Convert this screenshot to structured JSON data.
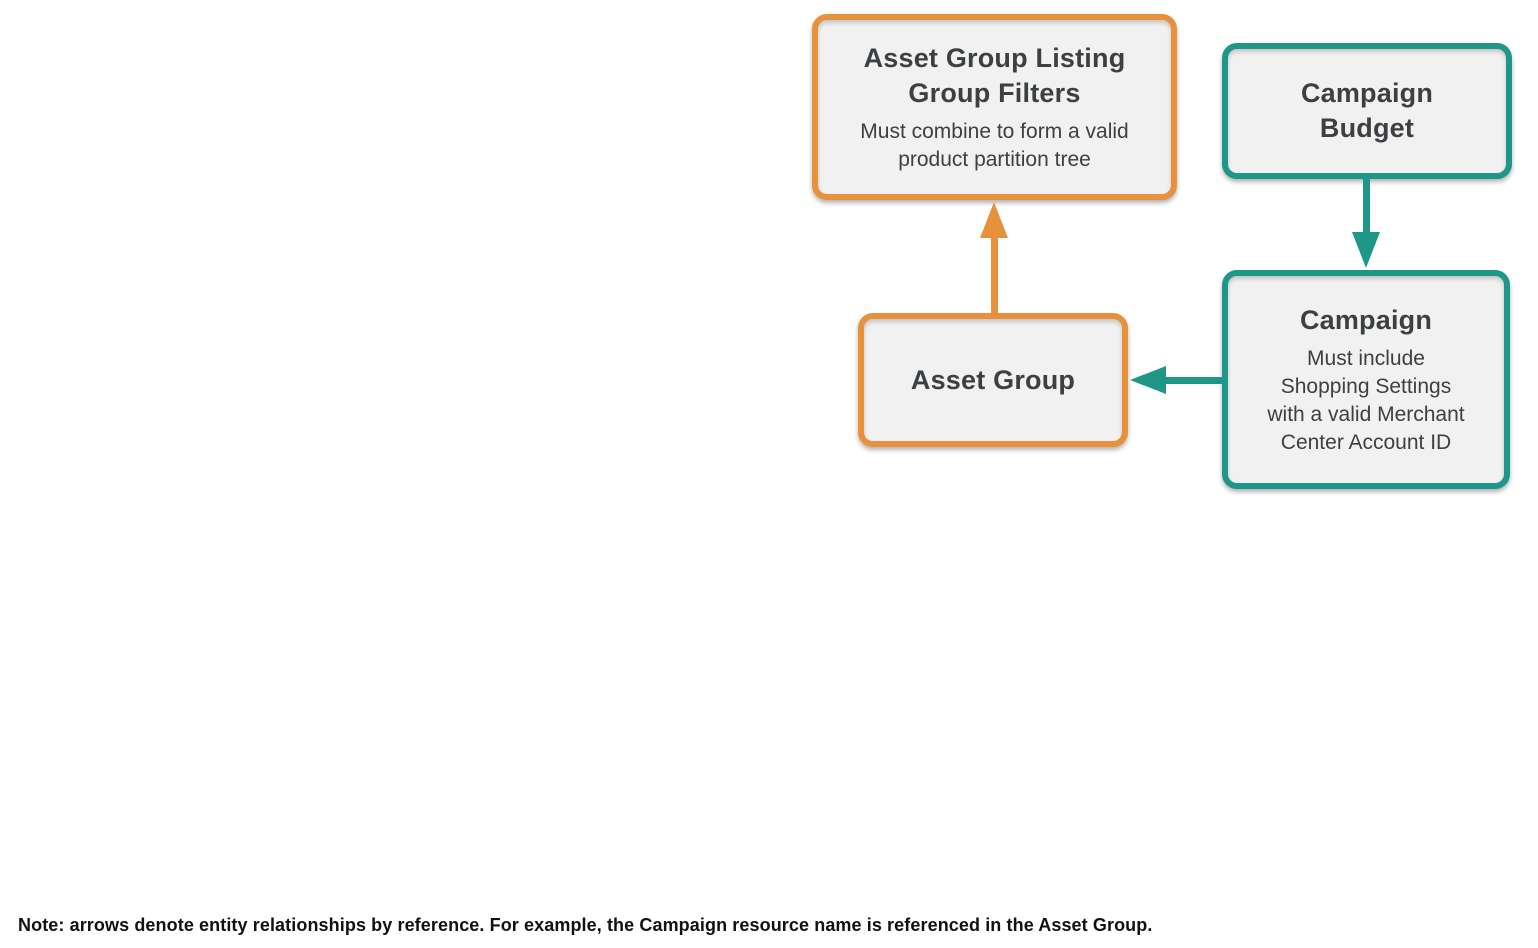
{
  "colors": {
    "orange_accent": "#e8913c",
    "teal_accent": "#1e9688",
    "node_fill": "#f1f1f2",
    "title_text": "#3c4043",
    "note_text": "#111111"
  },
  "nodes": {
    "listing_filters": {
      "title": "Asset Group Listing\nGroup Filters",
      "subtitle": "Must combine to form a valid\nproduct partition tree",
      "accent": "orange"
    },
    "campaign_budget": {
      "title": "Campaign\nBudget",
      "accent": "teal"
    },
    "asset_group": {
      "title": "Asset Group",
      "accent": "orange"
    },
    "campaign": {
      "title": "Campaign",
      "subtitle": "Must include\nShopping Settings\nwith a valid Merchant\nCenter Account ID",
      "accent": "teal"
    }
  },
  "edges": [
    {
      "from": "asset_group",
      "to": "listing_filters",
      "color": "orange",
      "direction": "up"
    },
    {
      "from": "campaign_budget",
      "to": "campaign",
      "color": "teal",
      "direction": "down"
    },
    {
      "from": "campaign",
      "to": "asset_group",
      "color": "teal",
      "direction": "left"
    }
  ],
  "note": "Note: arrows denote entity relationships by reference. For example, the Campaign resource name is referenced in the Asset Group."
}
